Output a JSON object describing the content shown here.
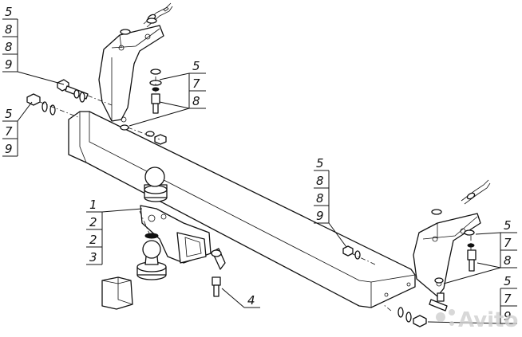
{
  "callouts": {
    "top_left": [
      "5",
      "8",
      "8",
      "9"
    ],
    "left_mid": [
      "5",
      "7",
      "9"
    ],
    "upper_mid": [
      "5",
      "7",
      "8"
    ],
    "center_right": [
      "5",
      "8",
      "8",
      "9"
    ],
    "ball_group": [
      "1",
      "2",
      "2",
      "3"
    ],
    "bottom_bolt": "4",
    "right_upper": [
      "5",
      "7",
      "8"
    ],
    "right_lower": [
      "5",
      "7",
      "9"
    ]
  },
  "watermark": "Avito"
}
